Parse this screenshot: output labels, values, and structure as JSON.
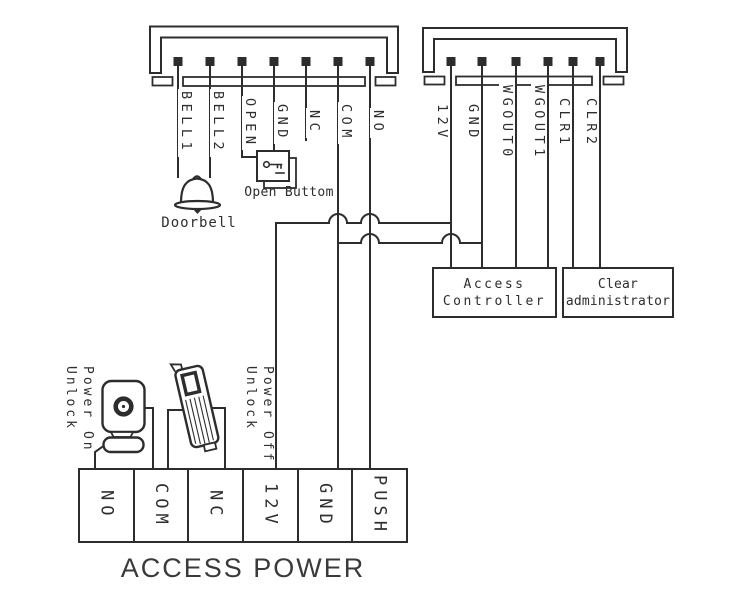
{
  "connectors": {
    "left": {
      "pins": [
        "BELL1",
        "BELL2",
        "OPEN",
        "GND",
        "NC",
        "COM",
        "NO"
      ]
    },
    "right": {
      "pins": [
        "12V",
        "GND",
        "WGOUT0",
        "WGOUT1",
        "CLR1",
        "CLR2"
      ]
    }
  },
  "devices": {
    "doorbell_label": "Doorbell",
    "open_button_label": "Open Buttom",
    "power_on_unlock_label": "Power On\nUnlock",
    "power_off_unlock_label": "Power Off\nUnlock"
  },
  "boxes": {
    "access_controller_label": "Access\nController",
    "clear_administrator_label": "Clear\nadministrator"
  },
  "power_block": {
    "terminals": [
      "NO",
      "COM",
      "NC",
      "12V",
      "GND",
      "PUSH"
    ],
    "title": "ACCESS POWER"
  },
  "colors": {
    "line": "#2d2d2d",
    "text": "#2e2e2e",
    "background": "#ffffff"
  }
}
